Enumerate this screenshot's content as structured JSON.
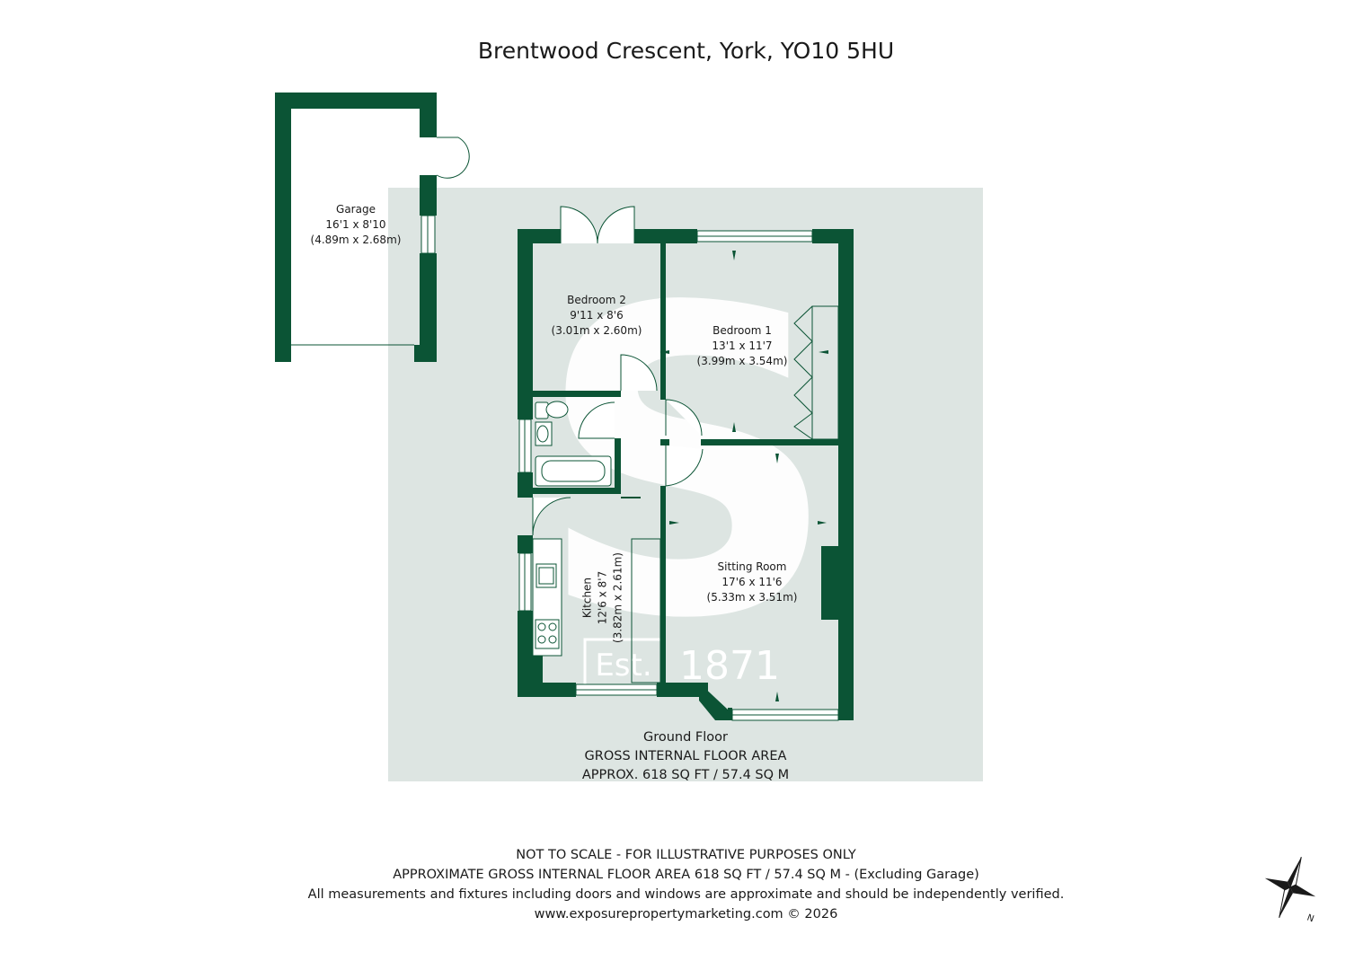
{
  "header": {
    "title": "Brentwood Crescent, York, YO10 5HU"
  },
  "rooms": {
    "garage": {
      "name": "Garage",
      "dims_imperial": "16'1 x 8'10",
      "dims_metric": "(4.89m x 2.68m)"
    },
    "bedroom2": {
      "name": "Bedroom 2",
      "dims_imperial": "9'11 x 8'6",
      "dims_metric": "(3.01m x 2.60m)"
    },
    "bedroom1": {
      "name": "Bedroom 1",
      "dims_imperial": "13'1 x 11'7",
      "dims_metric": "(3.99m x 3.54m)"
    },
    "sitting": {
      "name": "Sitting Room",
      "dims_imperial": "17'6 x 11'6",
      "dims_metric": "(5.33m x 3.51m)"
    },
    "kitchen": {
      "name": "Kitchen",
      "dims_imperial": "12'6 x 8'7",
      "dims_metric": "(3.82m x 2.61m)"
    }
  },
  "floor": {
    "name": "Ground Floor",
    "area_heading": "GROSS INTERNAL FLOOR AREA",
    "area_value": "APPROX. 618 SQ FT / 57.4 SQ M"
  },
  "watermark": {
    "est_label": "Est.",
    "year": "1871"
  },
  "footer": {
    "line1": "NOT TO SCALE - FOR ILLUSTRATIVE PURPOSES ONLY",
    "line2": "APPROXIMATE GROSS INTERNAL FLOOR AREA 618 SQ FT / 57.4 SQ M - (Excluding Garage)",
    "line3": "All measurements and fixtures including doors and windows are approximate and should be independently verified.",
    "line4": "www.exposurepropertymarketing.com © 2026"
  },
  "compass": {
    "label": "N"
  },
  "colors": {
    "wall": "#0b5435",
    "backdrop": "#dde5e2",
    "watermark": "#ffffff"
  }
}
